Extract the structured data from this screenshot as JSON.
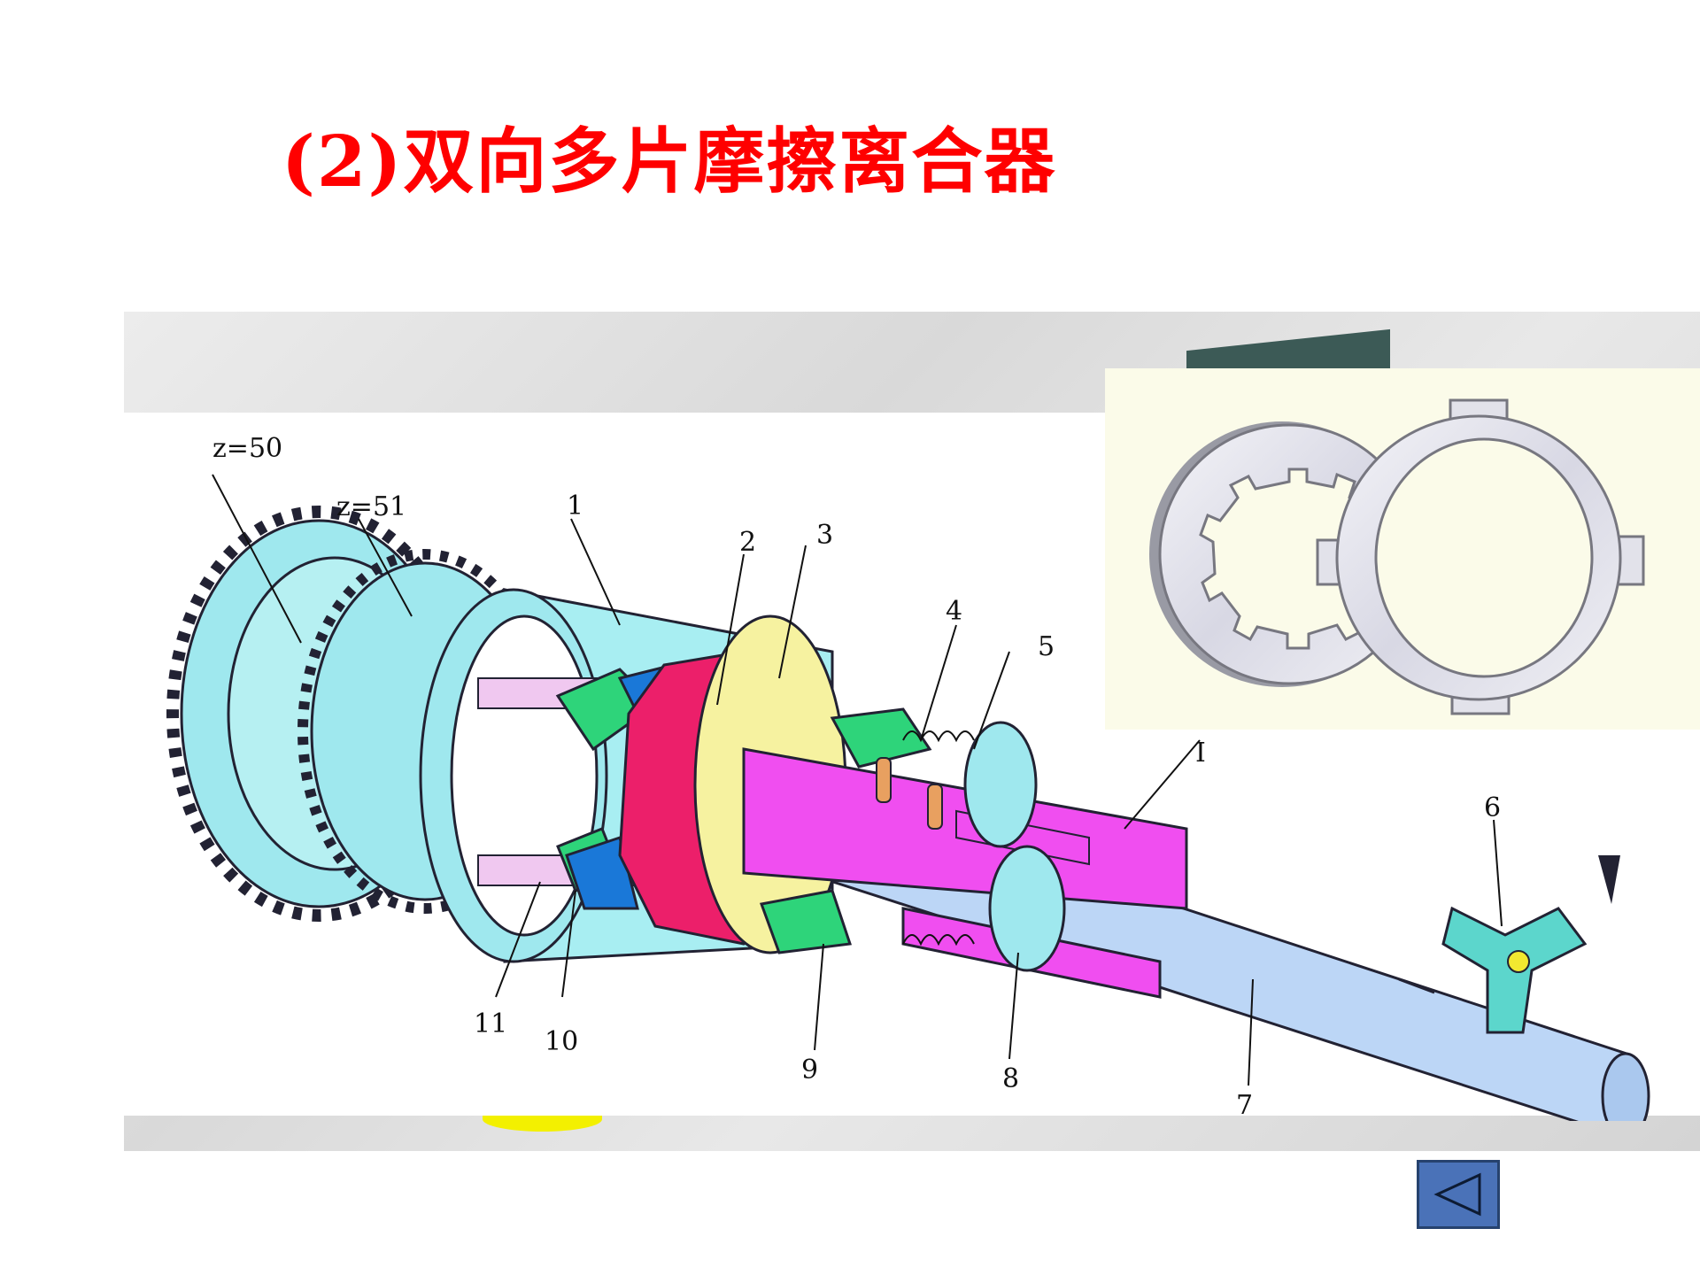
{
  "slide": {
    "title": "(2)双向多片摩擦离合器"
  },
  "diagram": {
    "labels": {
      "z50": "z=50",
      "z51": "z=51",
      "n1": "1",
      "n2": "2",
      "n3": "3",
      "n4": "4",
      "n5": "5",
      "shaftI": "I",
      "n6": "6",
      "n7": "7",
      "n8": "8",
      "n9": "9",
      "n10": "10",
      "n11": "11"
    },
    "colors": {
      "gear": "#9fe8ee",
      "housing": "#a8eef2",
      "shaft": "#bcd6f6",
      "spline": "#f04ef0",
      "disc": "#ec1f6a",
      "friction": "#f6f2a0",
      "green": "#2ed47a",
      "blue": "#1a78d8",
      "lever": "#5cd6cc",
      "pin": "#e8a060"
    }
  },
  "inset": {
    "colors": {
      "plate": "#e2e2ea",
      "edge": "#777780"
    }
  },
  "nav": {
    "back_icon": "left-triangle-icon",
    "button_color": "#4a72b8"
  }
}
